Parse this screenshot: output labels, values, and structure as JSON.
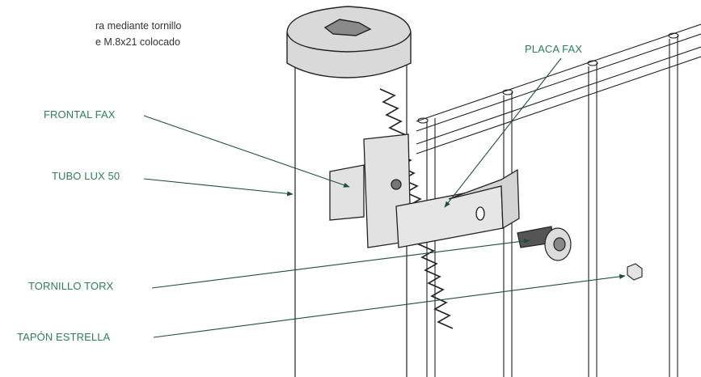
{
  "intro_text": [
    "ra  mediante tornillo",
    "e  M.8x21  colocado"
  ],
  "labels": {
    "placa_fax": "PLACA FAX",
    "frontal_fax": "FRONTAL FAX",
    "tubo_lux": "TUBO LUX 50",
    "tornillo_torx": "TORNILLO TORX",
    "tapon_estrella": "TAPÓN ESTRELLA"
  },
  "colors": {
    "label_green": "#2e7d5b",
    "line_stroke": "#222222",
    "leader_line": "#1f4f3a"
  }
}
